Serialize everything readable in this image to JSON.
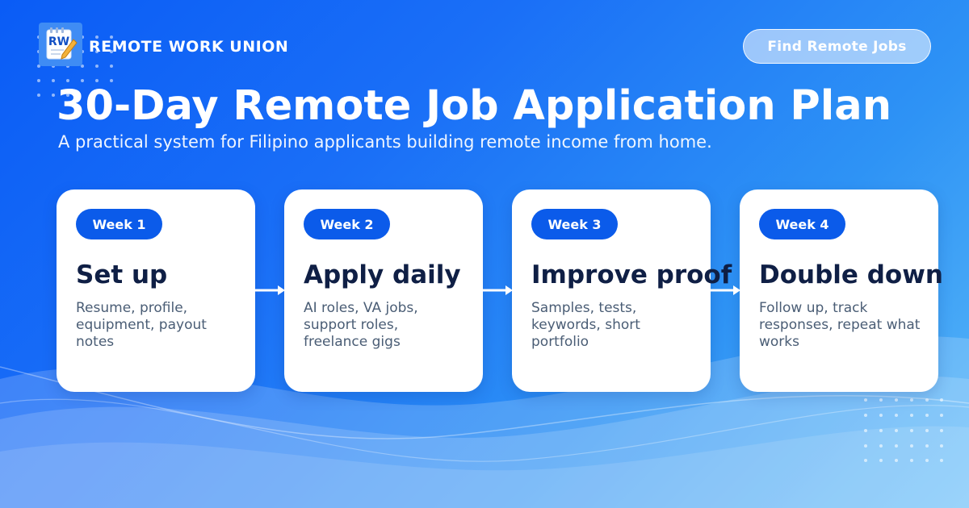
{
  "brand": {
    "logo_text": "RW",
    "name": "REMOTE WORK UNION"
  },
  "header": {
    "cta_label": "Find Remote Jobs"
  },
  "hero": {
    "title": "30-Day Remote Job Application Plan",
    "subtitle": "A practical system for Filipino applicants building remote income from home."
  },
  "steps": [
    {
      "badge": "Week 1",
      "title": "Set up",
      "description": "Resume, profile, equipment, payout notes"
    },
    {
      "badge": "Week 2",
      "title": "Apply daily",
      "description": "AI roles, VA jobs, support roles, freelance gigs"
    },
    {
      "badge": "Week 3",
      "title": "Improve proof",
      "description": "Samples, tests, keywords, short portfolio"
    },
    {
      "badge": "Week 4",
      "title": "Double down",
      "description": "Follow up, track responses, repeat what works"
    }
  ],
  "icons": {
    "logo": "notepad-pencil-icon",
    "connector": "arrow-right-icon"
  },
  "colors": {
    "background_start": "#0a5cf6",
    "background_end": "#59b8f8",
    "badge": "#0b5bea",
    "card_title": "#0f1f45",
    "card_text": "#4a5d75",
    "card_background": "#ffffff"
  }
}
